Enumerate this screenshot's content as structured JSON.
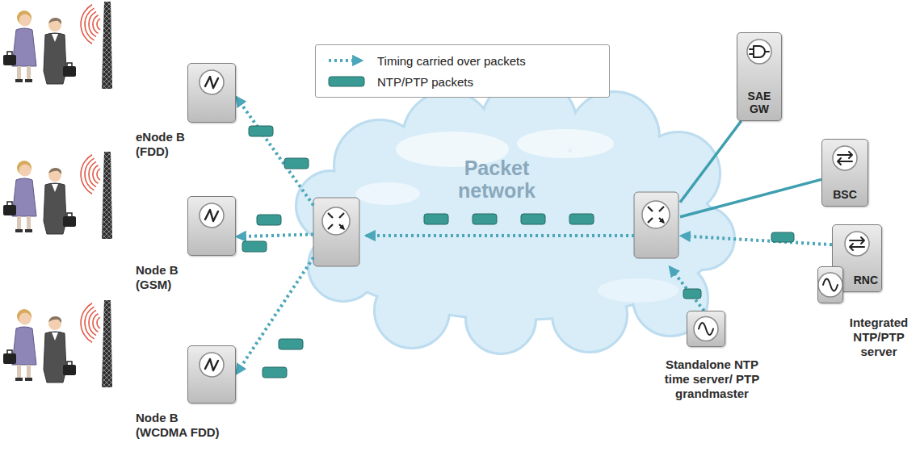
{
  "diagram": {
    "nodes": [
      {
        "text": [
          "eNode B (FDD)"
        ]
      },
      {
        "text": [
          "Node B (GSM)"
        ]
      },
      {
        "text": [
          "Node B (WCDMA FDD)"
        ]
      },
      {
        "text": [
          "Packet network"
        ]
      },
      {
        "text": [
          "SAE GW"
        ]
      },
      {
        "text": [
          "BSC"
        ]
      },
      {
        "text": [
          "RNC"
        ]
      },
      {
        "text": [
          "Integrated NTP/PTP server"
        ]
      },
      {
        "text": [
          "Standalone NTP time server/ PTP grandmaster"
        ]
      }
    ],
    "edges": [
      {
        "from": 3,
        "to": 0,
        "arrow": "to"
      },
      {
        "from": 3,
        "to": 1,
        "arrow": "to"
      },
      {
        "from": 3,
        "to": 2,
        "arrow": "to"
      },
      {
        "from": 3,
        "to": 4,
        "arrow": "none"
      },
      {
        "from": 3,
        "to": 5,
        "arrow": "none"
      },
      {
        "from": 6,
        "to": 3,
        "arrow": "to"
      },
      {
        "from": 8,
        "to": 3,
        "arrow": "to"
      }
    ],
    "legend": [
      {
        "text": "Timing carried over packets"
      },
      {
        "text": "NTP/PTP packets",
        "color": "#3a9a94"
      }
    ]
  }
}
